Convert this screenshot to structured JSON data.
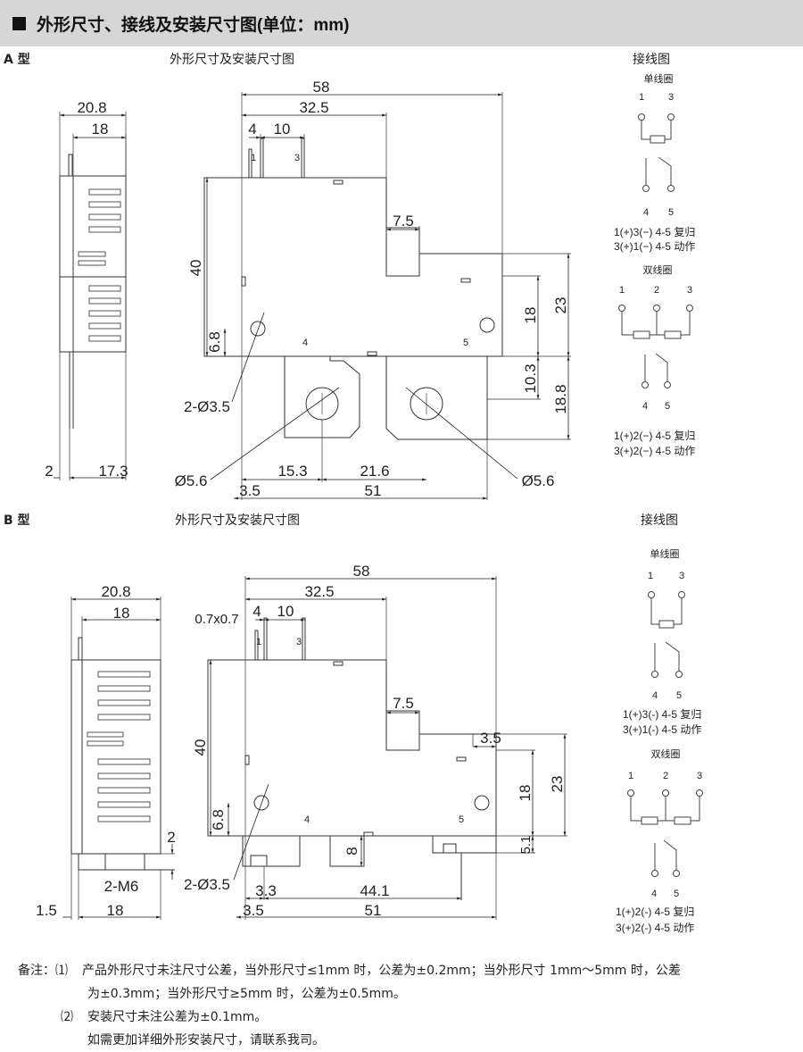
{
  "header": {
    "title": "外形尺寸、接线及安装尺寸图(单位：mm)"
  },
  "sectionA": {
    "type_label": "A 型",
    "outline_title": "外形尺寸及安装尺寸图",
    "wiring_title": "接线图",
    "side_dims": {
      "w208": "20.8",
      "w18": "18",
      "left2": "2",
      "w173": "17.3"
    },
    "front_dims": {
      "d58": "58",
      "d325": "32.5",
      "d4": "4",
      "d10": "10",
      "d75": "7.5",
      "d40": "40",
      "d23": "23",
      "d18": "18",
      "d68": "6.8",
      "d103": "10.3",
      "d188": "18.8",
      "hole": "2-Ø3.5",
      "dia_left": "Ø5.6",
      "dia_right": "Ø5.6",
      "d153": "15.3",
      "d216": "21.6",
      "d35": "3.5",
      "d51": "51"
    },
    "pins": {
      "p1": "1",
      "p3": "3",
      "p4": "4",
      "p5": "5"
    },
    "single": {
      "title": "单线圈",
      "t1": "1",
      "t3": "3",
      "t4": "4",
      "t5": "5",
      "line1": "1(+)3(−)   4-5  复归",
      "line2": "3(+)1(−)   4-5  动作"
    },
    "double": {
      "title": "双线圈",
      "t1": "1",
      "t2": "2",
      "t3": "3",
      "t4": "4",
      "t5": "5",
      "line1": "1(+)2(−)   4-5  复归",
      "line2": "3(+)2(−)   4-5  动作"
    }
  },
  "sectionB": {
    "type_label": "B 型",
    "outline_title": "外形尺寸及安装尺寸图",
    "wiring_title": "接线图",
    "side_dims": {
      "w208": "20.8",
      "w18": "18",
      "d2": "2",
      "m6": "2-M6",
      "left15": "1.5",
      "w18b": "18"
    },
    "front_dims": {
      "d58": "58",
      "d07": "0.7x0.7",
      "d4": "4",
      "d10": "10",
      "d325": "32.5",
      "d75": "7.5",
      "d35r": "3.5",
      "d40": "40",
      "d23": "23",
      "d18": "18",
      "d68": "6.8",
      "d8": "8",
      "d51v": "5.1",
      "hole": "2-Ø3.5",
      "d33": "3.3",
      "d441": "44.1",
      "d35": "3.5",
      "d51": "51"
    },
    "pins": {
      "p1": "1",
      "p3": "3",
      "p4": "4",
      "p5": "5"
    },
    "single": {
      "title": "单线圈",
      "t1": "1",
      "t3": "3",
      "t4": "4",
      "t5": "5",
      "line1": "1(+)3(-)   4-5  复归",
      "line2": "3(+)1(-)   4-5  动作"
    },
    "double": {
      "title": "双线圈",
      "t1": "1",
      "t2": "2",
      "t3": "3",
      "t4": "4",
      "t5": "5",
      "line1": "1(+)2(-)   4-5  复归",
      "line2": "3(+)2(-)   4-5  动作"
    }
  },
  "notes": {
    "label": "备注：",
    "n1": "⑴",
    "n1_text": "产品外形尺寸未注尺寸公差，当外形尺寸≤1mm 时，公差为±0.2mm；当外形尺寸 1mm～5mm 时，公差",
    "n1_cont": "为±0.3mm；当外形尺寸≥5mm 时，公差为±0.5mm。",
    "n2": "⑵",
    "n2_text": "安装尺寸未注公差为±0.1mm。",
    "n3": "如需更加详细外形安装尺寸，请联系我司。"
  }
}
